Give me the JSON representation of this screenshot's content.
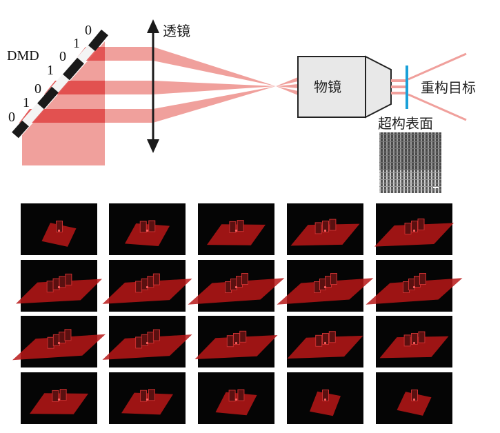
{
  "labels": {
    "dmd": "DMD",
    "lens": "透镜",
    "objective": "物镜",
    "target": "重构目标",
    "metasurface": "超构表面"
  },
  "dmd_bits": [
    "0",
    "1",
    "0",
    "1",
    "0",
    "1",
    "0"
  ],
  "colors": {
    "beam_light": "#f0a09c",
    "beam_dark": "#e04848",
    "substrate": "#b81818",
    "metasurface_line": "#1aa0d8"
  },
  "frames": [
    {
      "tilt": -0.1
    },
    {
      "tilt": 0.25
    },
    {
      "tilt": 0.45
    },
    {
      "tilt": 0.6
    },
    {
      "tilt": 0.75
    },
    {
      "tilt": 0.85
    },
    {
      "tilt": 0.9
    },
    {
      "tilt": 1.0
    },
    {
      "tilt": 1.0
    },
    {
      "tilt": 1.0
    },
    {
      "tilt": 0.95
    },
    {
      "tilt": 0.9
    },
    {
      "tilt": 0.8
    },
    {
      "tilt": 0.7
    },
    {
      "tilt": 0.6
    },
    {
      "tilt": 0.45
    },
    {
      "tilt": 0.35
    },
    {
      "tilt": 0.2
    },
    {
      "tilt": 0.05
    },
    {
      "tilt": -0.1
    }
  ]
}
